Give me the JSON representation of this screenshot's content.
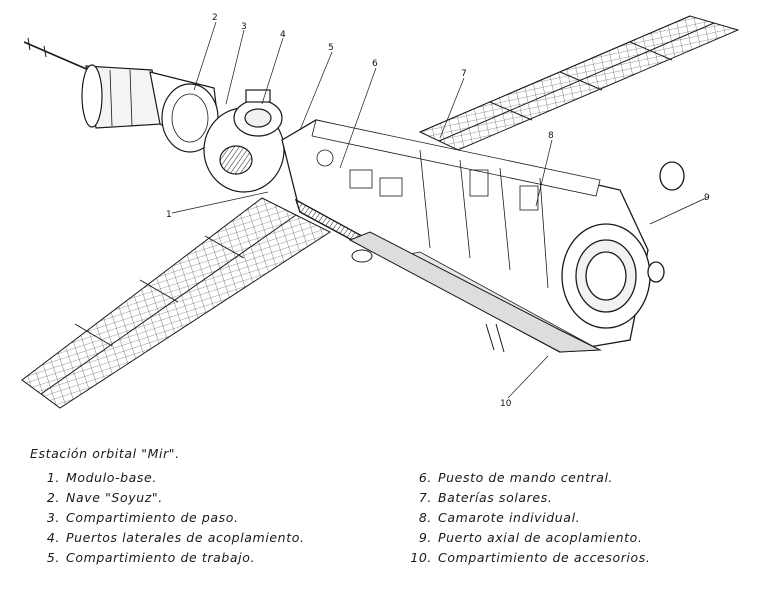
{
  "caption": {
    "title": "Estación orbital \"Mir\".",
    "items": [
      {
        "num": "1.",
        "label": "Modulo-base."
      },
      {
        "num": "2.",
        "label": "Nave \"Soyuz\"."
      },
      {
        "num": "3.",
        "label": "Compartimiento de paso."
      },
      {
        "num": "4.",
        "label": "Puertos laterales de acoplamiento."
      },
      {
        "num": "5.",
        "label": "Compartimiento de trabajo."
      },
      {
        "num": "6.",
        "label": "Puesto de mando central."
      },
      {
        "num": "7.",
        "label": "Baterías solares."
      },
      {
        "num": "8.",
        "label": "Camarote individual."
      },
      {
        "num": "9.",
        "label": "Puerto axial de acoplamiento."
      },
      {
        "num": "10.",
        "label": "Compartimiento de accesorios."
      }
    ]
  },
  "callouts": [
    "1",
    "2",
    "3",
    "4",
    "5",
    "6",
    "7",
    "8",
    "9",
    "10"
  ],
  "colors": {
    "ink": "#1a1a1a",
    "paper": "#ffffff"
  }
}
